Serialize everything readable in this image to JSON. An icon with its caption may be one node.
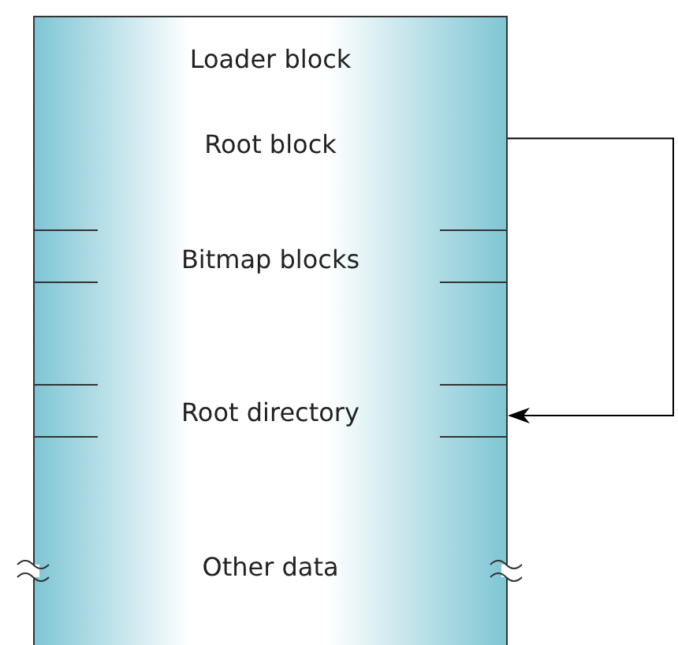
{
  "diagram": {
    "nodes": [
      {
        "text": [
          "Loader block"
        ]
      },
      {
        "text": [
          "Root block"
        ]
      },
      {
        "text": [
          "Bitmap blocks"
        ]
      },
      {
        "text": [
          "Root directory"
        ]
      },
      {
        "text": [
          "Other data"
        ]
      }
    ],
    "edges": [
      {
        "from": 1,
        "to": 3,
        "arrow": "to"
      }
    ]
  }
}
